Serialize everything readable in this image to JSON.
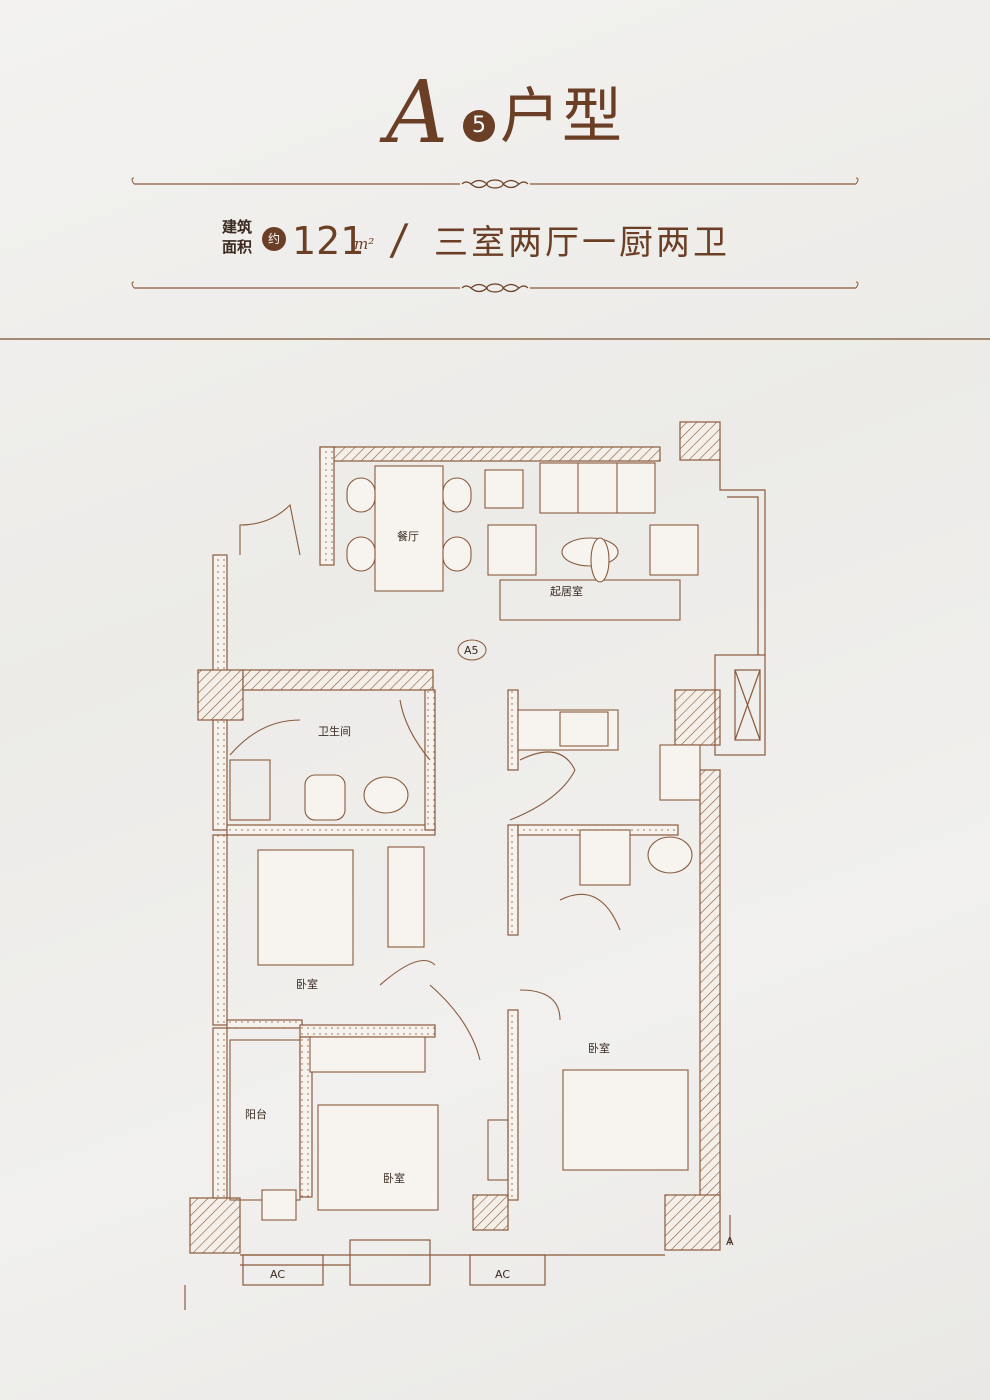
{
  "header": {
    "letter": "A",
    "badge_number": "5",
    "title_suffix": "户型"
  },
  "info": {
    "area_label": "建筑 面积",
    "approx_mark": "约",
    "area_value": "121",
    "area_unit": "m²",
    "separator": "/",
    "layout": "三室两厅一厨两卫"
  },
  "plan": {
    "unit_tag": "A5",
    "rooms": {
      "dining": "餐厅",
      "living": "起居室",
      "bathroom": "卫生间",
      "bedroom_left": "卧室",
      "bedroom_right": "卧室",
      "bedroom_bottom": "卧室",
      "balcony": "阳台"
    },
    "ac_units": [
      "AC",
      "AC"
    ],
    "north_mark": "A"
  },
  "colors": {
    "brand_brown": "#6b3f26",
    "wall_line": "#8a5a3c",
    "background": "#eeedeb"
  }
}
